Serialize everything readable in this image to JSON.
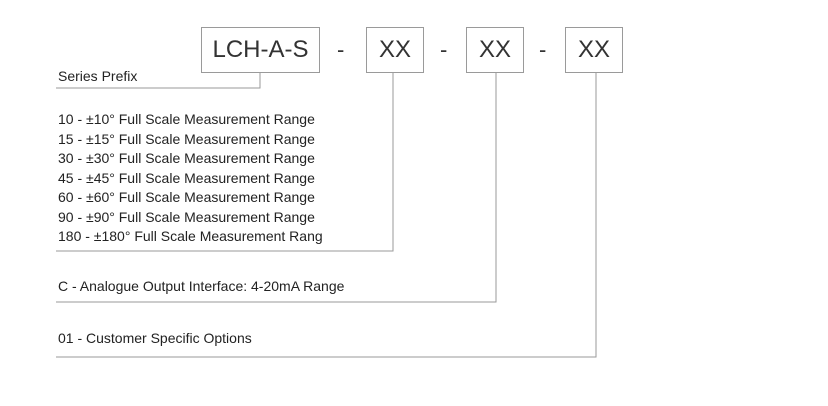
{
  "code": {
    "prefix": "LCH-A-S",
    "separator": "-",
    "placeholders": [
      "XX",
      "XX",
      "XX"
    ]
  },
  "legend": {
    "series_prefix": "Series Prefix",
    "ranges": [
      "10 - ±10° Full Scale Measurement Range",
      "15 - ±15° Full Scale Measurement Range",
      "30 - ±30° Full Scale Measurement Range",
      "45 - ±45° Full Scale Measurement Range",
      "60 - ±60° Full Scale Measurement Range",
      "90 - ±90° Full Scale Measurement Range",
      "180 - ±180° Full Scale Measurement Rang"
    ],
    "output_interface": "C  - Analogue Output Interface: 4-20mA Range",
    "customer_options": "01 - Customer Specific Options"
  }
}
